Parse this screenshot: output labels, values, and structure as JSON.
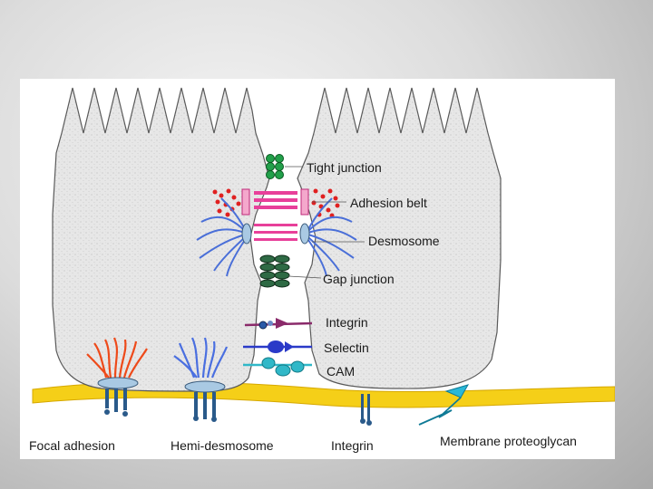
{
  "labels": {
    "tight_junction": "Tight junction",
    "adhesion_belt": "Adhesion belt",
    "desmosome": "Desmosome",
    "gap_junction": "Gap junction",
    "integrin_lateral": "Integrin",
    "selectin": "Selectin",
    "cam": "CAM",
    "focal_adhesion": "Focal adhesion",
    "hemi_desmosome": "Hemi-desmosome",
    "integrin_basal": "Integrin",
    "membrane_proteoglycan": "Membrane proteoglycan"
  },
  "colors": {
    "cell_fill": "#e6e6e6",
    "cell_stroke": "#5a5a5a",
    "tight_junction": "#22a04a",
    "adhesion_belt": "#e8409a",
    "adhesion_dots": "#e02020",
    "desmosome_fibers": "#4a6fd8",
    "gap_junction": "#1f4a2e",
    "integrin": "#8a2a6a",
    "selectin": "#2a3ac8",
    "cam": "#30b8c8",
    "focal_fibers": "#ee4a1a",
    "hemi_fibers": "#4a6fe0",
    "basal_lamina": "#f5cf18",
    "proteoglycan": "#29b8d8"
  }
}
